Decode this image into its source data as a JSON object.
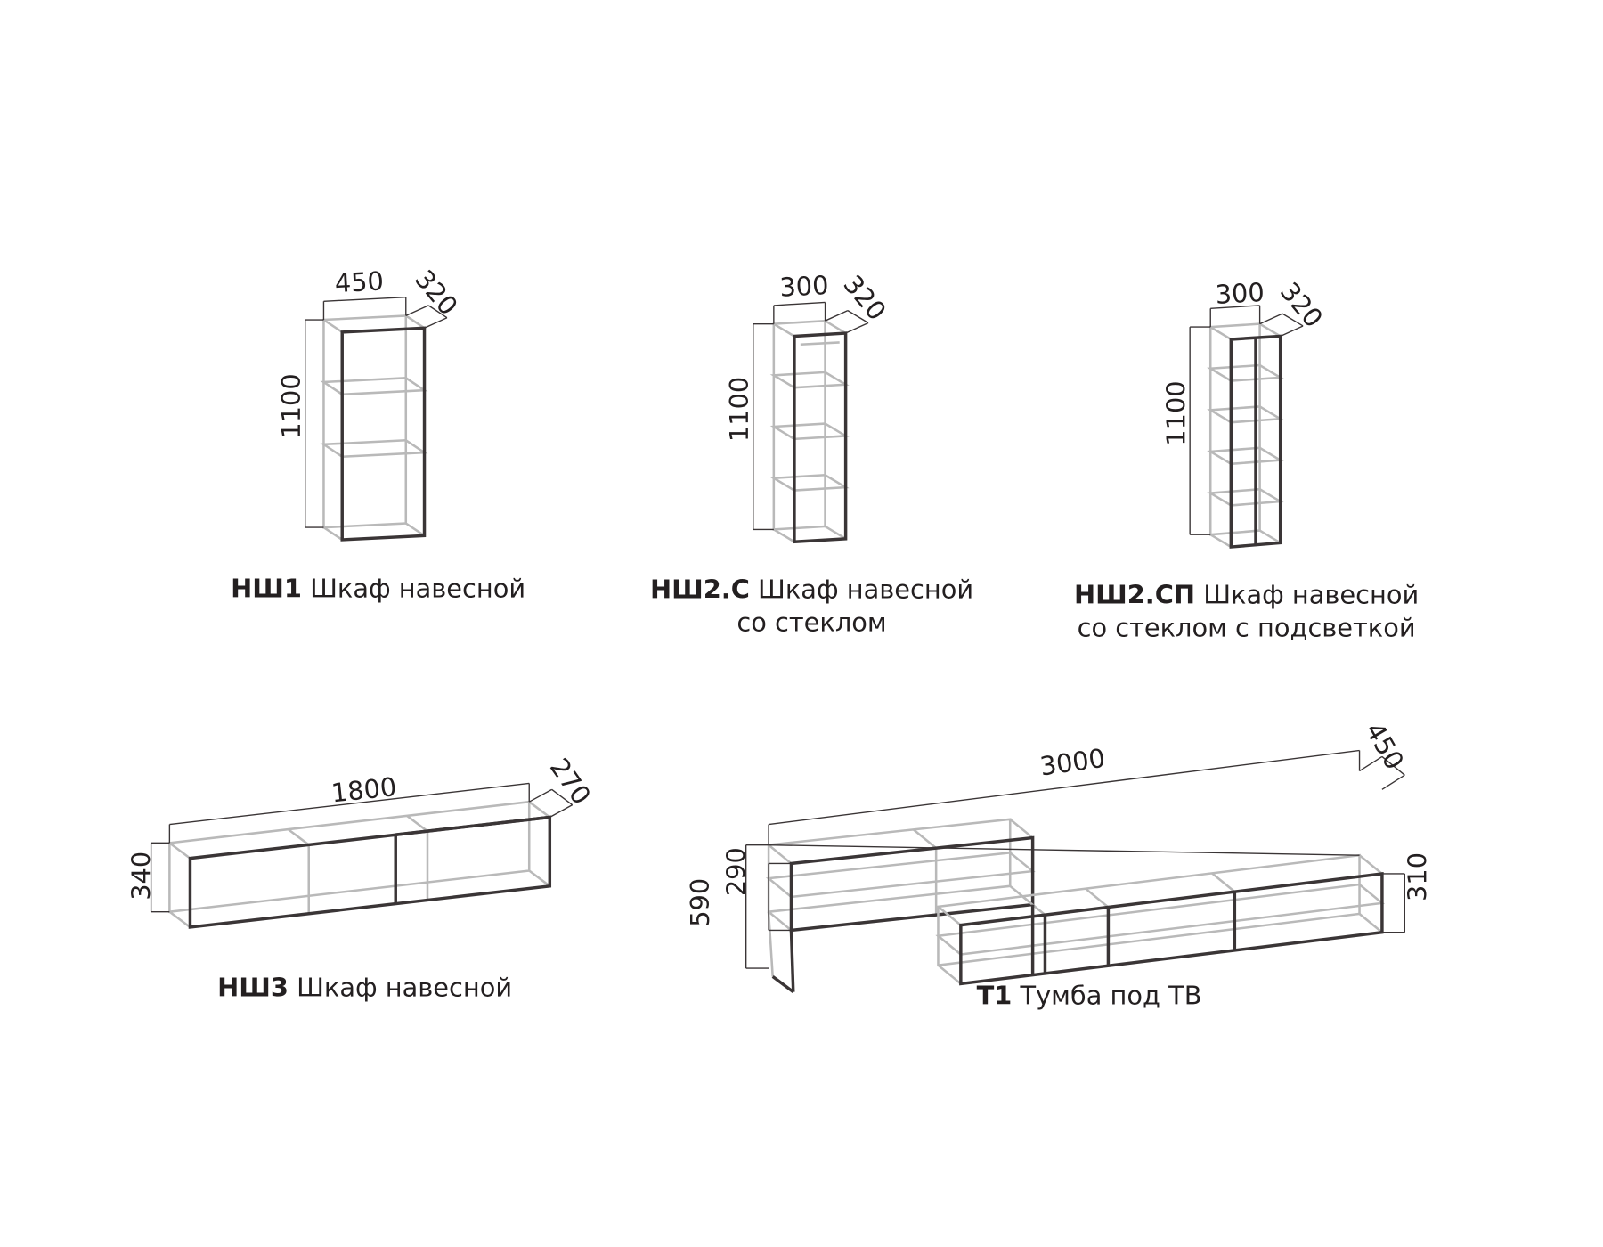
{
  "items": [
    {
      "code": "НШ1",
      "title": "Шкаф навесной",
      "subtitle": "",
      "dims": {
        "width": "450",
        "depth": "320",
        "height": "1100"
      }
    },
    {
      "code": "НШ2.С",
      "title": "Шкаф навесной",
      "subtitle": "со стеклом",
      "dims": {
        "width": "300",
        "depth": "320",
        "height": "1100"
      }
    },
    {
      "code": "НШ2.СП",
      "title": "Шкаф навесной",
      "subtitle": "со стеклом с подсветкой",
      "dims": {
        "width": "300",
        "depth": "320",
        "height": "1100"
      }
    },
    {
      "code": "НШ3",
      "title": "Шкаф навесной",
      "subtitle": "",
      "dims": {
        "width": "1800",
        "depth": "270",
        "height": "340"
      }
    },
    {
      "code": "Т1",
      "title": "Тумба под ТВ",
      "subtitle": "",
      "dims": {
        "width": "3000",
        "depth": "450",
        "height_total": "590",
        "height_upper": "290",
        "height_lower": "310"
      }
    }
  ]
}
